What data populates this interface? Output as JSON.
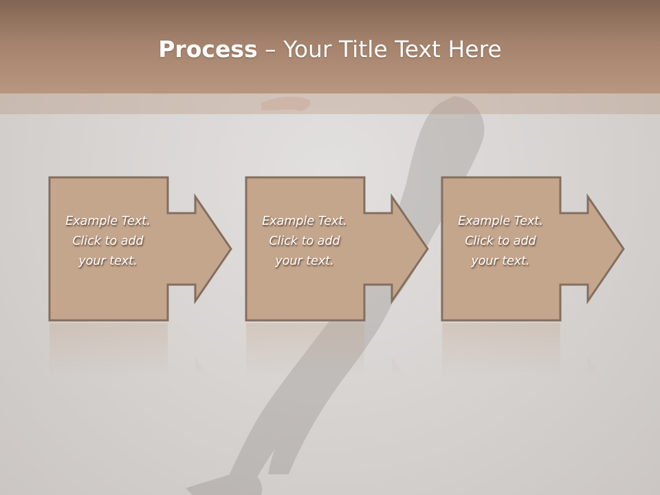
{
  "title": {
    "bold": "Process",
    "rest": " – Your Title Text Here"
  },
  "steps": [
    {
      "text": "Example Text.\nClick  to add\nyour text."
    },
    {
      "text": "Example Text.\nClick  to add\nyour text."
    },
    {
      "text": "Example Text.\nClick  to add\nyour text."
    }
  ],
  "colors": {
    "box_fill": "#c4a68d",
    "box_stroke": "#846e5f",
    "header_top": "#806552",
    "header_bottom": "#b9967f"
  }
}
